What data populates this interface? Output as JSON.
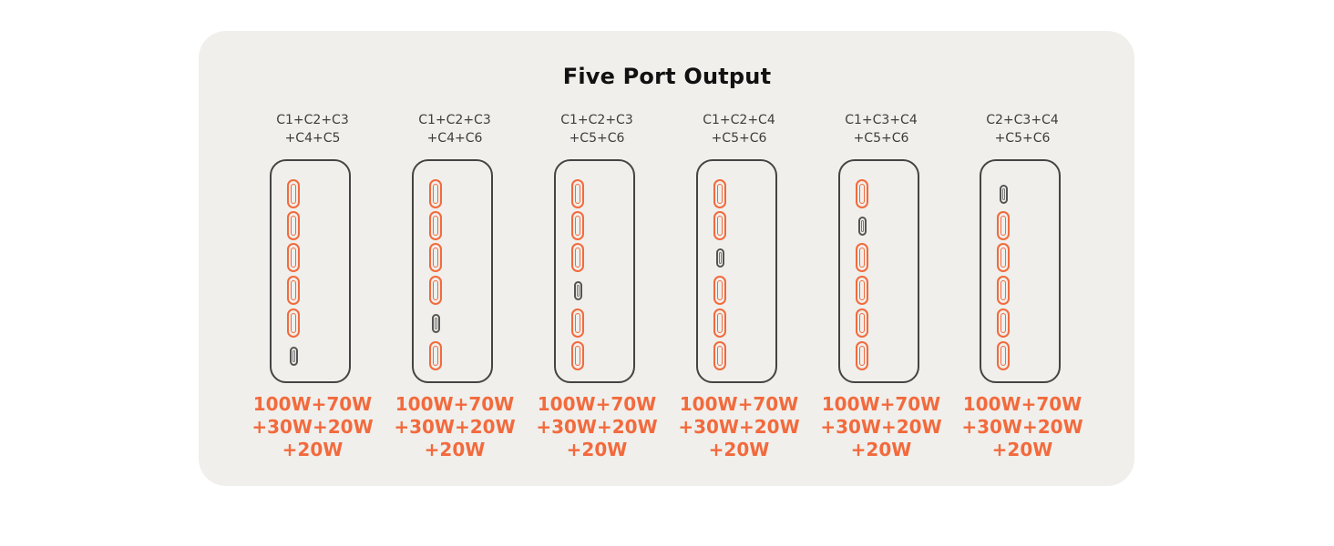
{
  "title": "Five Port Output",
  "colors": {
    "accent": "#f26a3d",
    "inactive": "#555555",
    "panel_bg": "#f0efeb",
    "outline": "#444444"
  },
  "columns": [
    {
      "combo_line1": "C1+C2+C3",
      "combo_line2": "+C4+C5",
      "ports_active": [
        true,
        true,
        true,
        true,
        true,
        false
      ],
      "power_line1": "100W+70W",
      "power_line2": "+30W+20W",
      "power_line3": "+20W"
    },
    {
      "combo_line1": "C1+C2+C3",
      "combo_line2": "+C4+C6",
      "ports_active": [
        true,
        true,
        true,
        true,
        false,
        true
      ],
      "power_line1": "100W+70W",
      "power_line2": "+30W+20W",
      "power_line3": "+20W"
    },
    {
      "combo_line1": "C1+C2+C3",
      "combo_line2": "+C5+C6",
      "ports_active": [
        true,
        true,
        true,
        false,
        true,
        true
      ],
      "power_line1": "100W+70W",
      "power_line2": "+30W+20W",
      "power_line3": "+20W"
    },
    {
      "combo_line1": "C1+C2+C4",
      "combo_line2": "+C5+C6",
      "ports_active": [
        true,
        true,
        false,
        true,
        true,
        true
      ],
      "power_line1": "100W+70W",
      "power_line2": "+30W+20W",
      "power_line3": "+20W"
    },
    {
      "combo_line1": "C1+C3+C4",
      "combo_line2": "+C5+C6",
      "ports_active": [
        true,
        false,
        true,
        true,
        true,
        true
      ],
      "power_line1": "100W+70W",
      "power_line2": "+30W+20W",
      "power_line3": "+20W"
    },
    {
      "combo_line1": "C2+C3+C4",
      "combo_line2": "+C5+C6",
      "ports_active": [
        false,
        true,
        true,
        true,
        true,
        true
      ],
      "power_line1": "100W+70W",
      "power_line2": "+30W+20W",
      "power_line3": "+20W"
    }
  ]
}
